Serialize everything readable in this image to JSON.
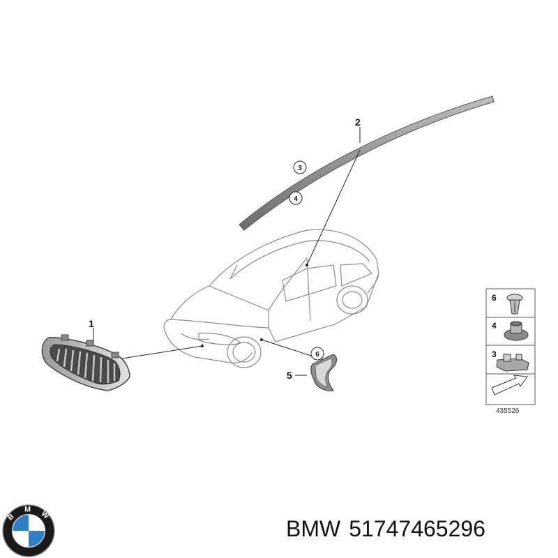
{
  "diagram": {
    "callouts": {
      "grille": "1",
      "roof_molding": "2",
      "clip_3_ref": "3",
      "clip_4_ref": "4",
      "trim_5": "5",
      "clip_6_ref": "6"
    },
    "legend": {
      "items": [
        {
          "number": "6",
          "icon": "push-rivet-icon"
        },
        {
          "number": "4",
          "icon": "nut-clip-icon"
        },
        {
          "number": "3",
          "icon": "bracket-clip-icon"
        }
      ],
      "arrow_icon": "flow-arrow-icon",
      "drawing_number": "435526"
    }
  },
  "caption": {
    "brand": "BMW",
    "part_number": "51747465296"
  },
  "logo": {
    "letters": "BMW",
    "colors": {
      "ring": "#1a1a1a",
      "blue": "#2f7fc4",
      "white": "#ffffff"
    }
  },
  "colors": {
    "line": "#333333",
    "part_fill": "#d9d9d9",
    "dark": "#3a3a3a"
  }
}
